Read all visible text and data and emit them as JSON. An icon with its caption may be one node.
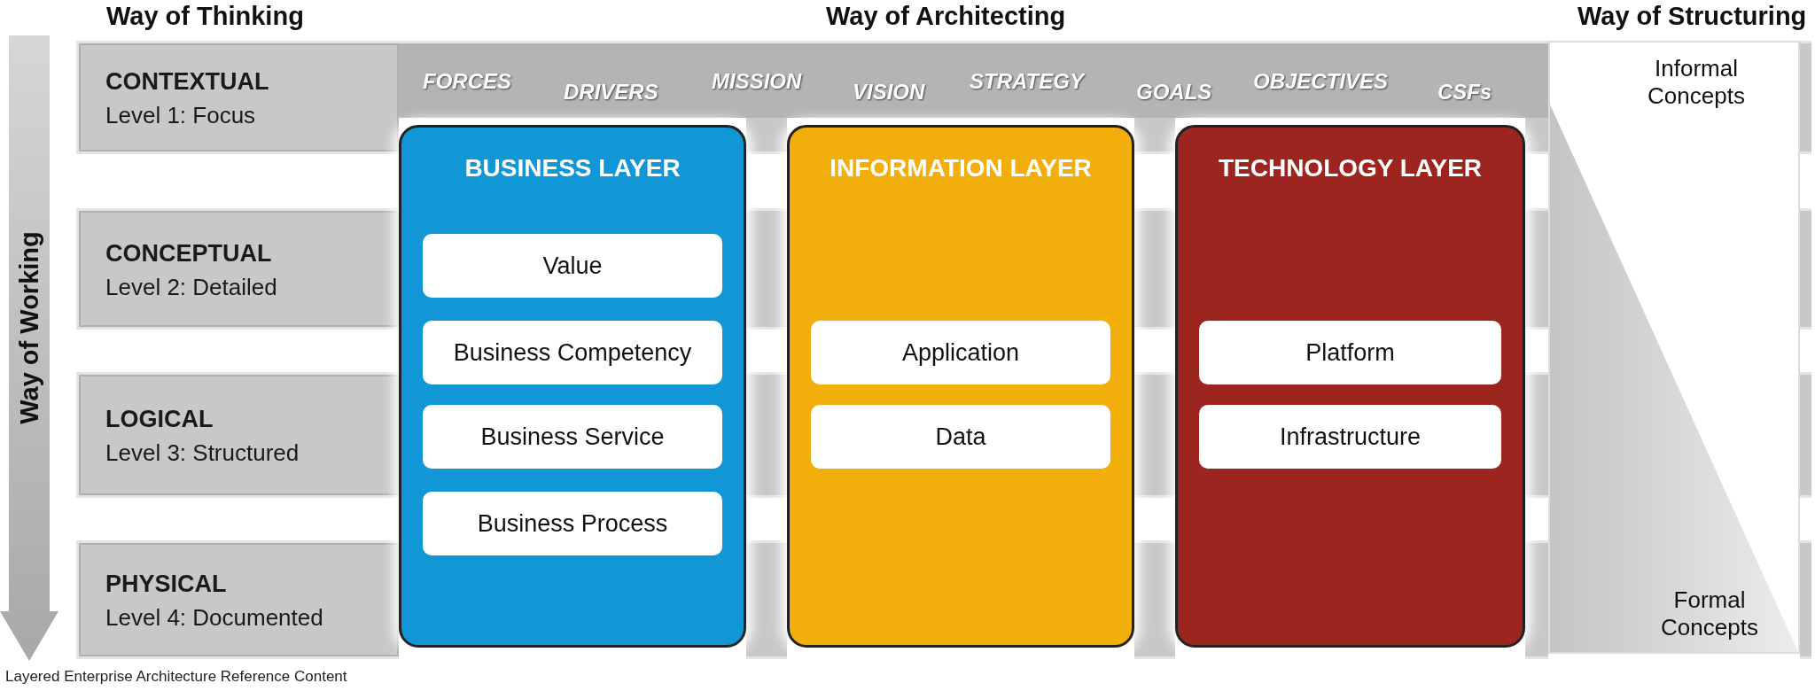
{
  "diagram": {
    "nodes": [
      {
        "text": [
          "CONTEXTUAL",
          "Level 1: Focus"
        ]
      },
      {
        "text": [
          "CONCEPTUAL",
          "Level 2: Detailed"
        ]
      },
      {
        "text": [
          "LOGICAL",
          "Level 3: Structured"
        ]
      },
      {
        "text": [
          "PHYSICAL",
          "Level 4: Documented"
        ]
      },
      {
        "text": [
          "Informal Concepts",
          "Formal Concepts"
        ]
      },
      {
        "text": [
          "BUSINESS LAYER"
        ]
      },
      {
        "text": [
          "Value"
        ],
        "in": 5
      },
      {
        "text": [
          "Business Competency"
        ],
        "in": 5
      },
      {
        "text": [
          "Business Service"
        ],
        "in": 5
      },
      {
        "text": [
          "Business Process"
        ],
        "in": 5
      },
      {
        "text": [
          "INFORMATION LAYER"
        ]
      },
      {
        "text": [
          "Application"
        ],
        "in": 10
      },
      {
        "text": [
          "Data"
        ],
        "in": 10
      },
      {
        "text": [
          "TECHNOLOGY LAYER"
        ]
      },
      {
        "text": [
          "Platform"
        ],
        "in": 13
      },
      {
        "text": [
          "Infrastructure"
        ],
        "in": 13
      }
    ],
    "labels": [
      "Way of Thinking",
      "Way of Architecting",
      "Way of Structuring",
      "Way of Working",
      "FORCES",
      "DRIVERS",
      "MISSION",
      "VISION",
      "STRATEGY",
      "GOALS",
      "OBJECTIVES",
      "CSFs",
      "Layered Enterprise Architecture Reference Content"
    ]
  }
}
